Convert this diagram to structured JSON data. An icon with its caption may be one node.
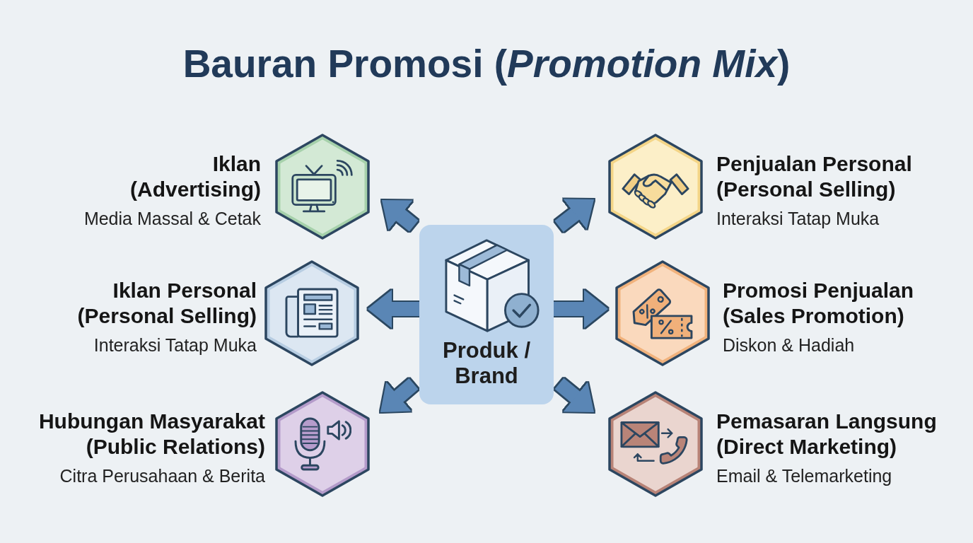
{
  "diagram": {
    "title": "Bauran Promosi (*Promotion Mix*)",
    "nodes": [
      {
        "text": [
          "Iklan (Advertising)",
          "Media Massal & Cetak"
        ]
      },
      {
        "text": [
          "Penjualan Personal (Personal Selling)",
          "Interaksi Tatap Muka"
        ]
      },
      {
        "text": [
          "Iklan Personal (Personal Selling)",
          "Interaksi Tatap Muka"
        ]
      },
      {
        "text": [
          "Produk / Brand"
        ]
      },
      {
        "text": [
          "Promosi Penjualan (Sales Promotion)",
          "Diskon & Hadiah"
        ]
      },
      {
        "text": [
          "Hubungan Masyarakat (Public Relations)",
          "Citra Perusahaan & Berita"
        ]
      },
      {
        "text": [
          "Pemasaran Langsung (Direct Marketing)",
          "Email & Telemarketing"
        ]
      }
    ],
    "edges": [
      {
        "from": 3,
        "to": 0,
        "arrow": "to"
      },
      {
        "from": 3,
        "to": 1,
        "arrow": "to"
      },
      {
        "from": 3,
        "to": 2,
        "arrow": "to"
      },
      {
        "from": 3,
        "to": 4,
        "arrow": "to"
      },
      {
        "from": 3,
        "to": 5,
        "arrow": "to"
      },
      {
        "from": 3,
        "to": 6,
        "arrow": "to"
      }
    ]
  }
}
